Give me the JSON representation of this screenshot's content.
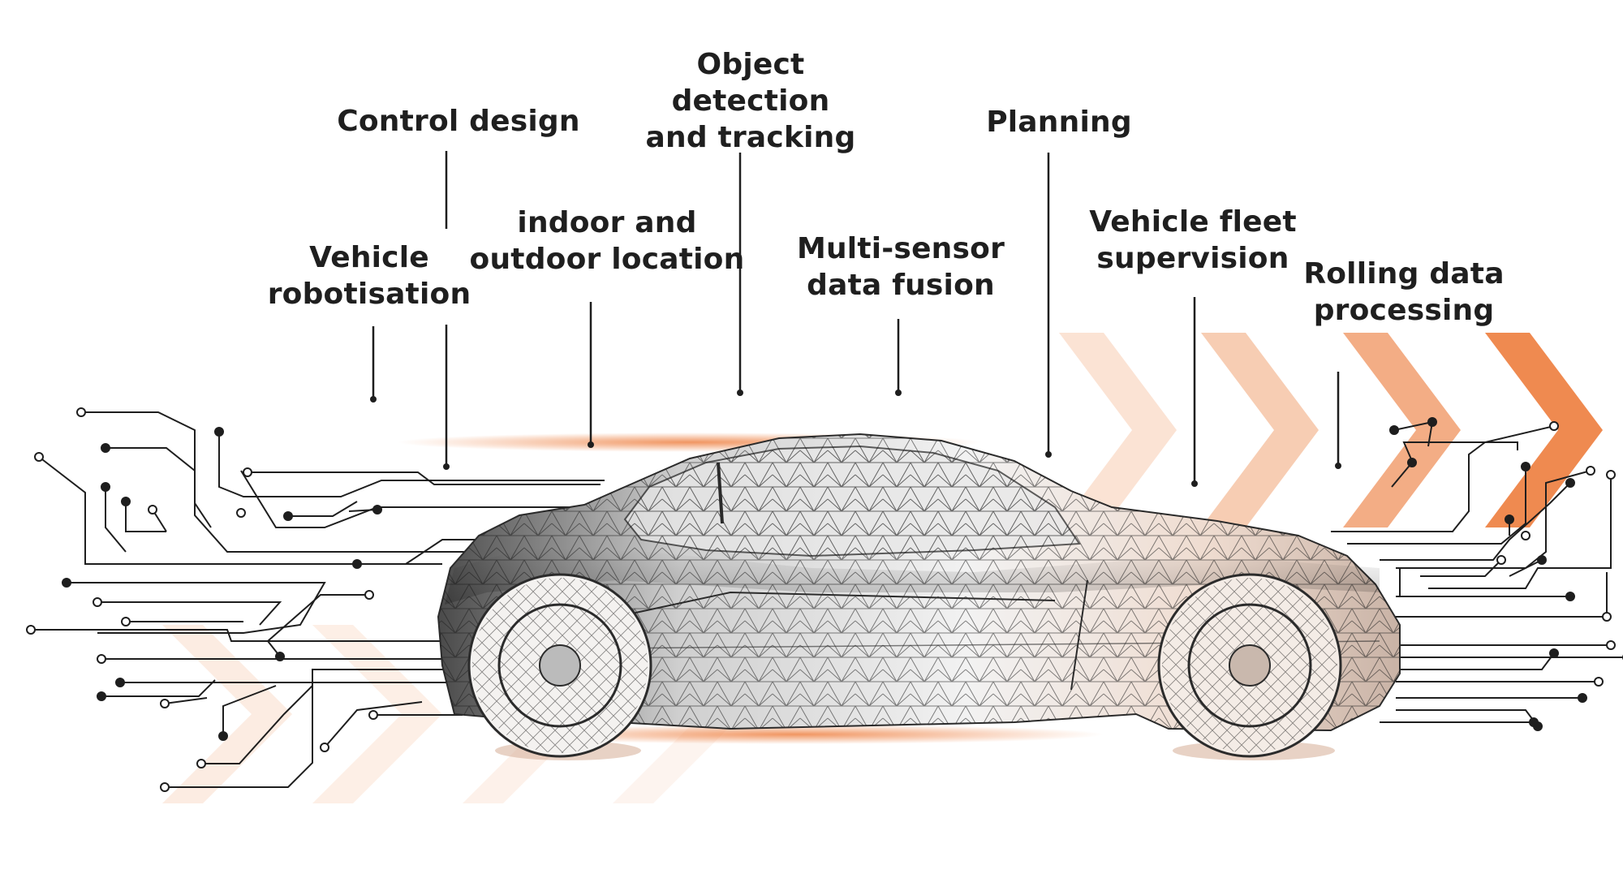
{
  "accent_color": "#ef8a50",
  "car_mesh_color": "#2b2b2b",
  "labels": {
    "control_design": "Control design",
    "object_detection": "Object\ndetection\nand tracking",
    "planning": "Planning",
    "indoor_outdoor": "indoor and\noutdoor location",
    "multi_sensor": "Multi-sensor\ndata fusion",
    "vehicle_fleet": "Vehicle fleet\nsupervision",
    "vehicle_robotisation": "Vehicle\nrobotisation",
    "rolling_data": "Rolling data\nprocessing"
  }
}
